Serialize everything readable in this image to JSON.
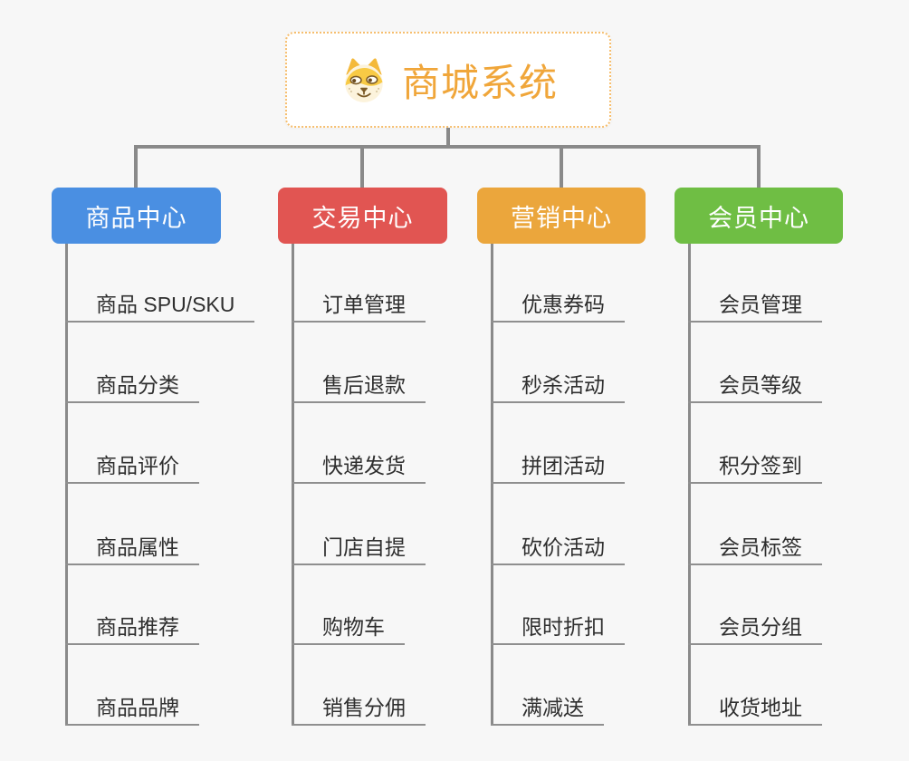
{
  "root": {
    "label": "商城系统",
    "icon": "dog-face-icon",
    "text_color": "#f0a63a",
    "border_color": "#f6be6e"
  },
  "branches": [
    {
      "id": "product-center",
      "label": "商品中心",
      "color": "#4a8fe2",
      "children": [
        "商品 SPU/SKU",
        "商品分类",
        "商品评价",
        "商品属性",
        "商品推荐",
        "商品品牌"
      ]
    },
    {
      "id": "trade-center",
      "label": "交易中心",
      "color": "#e15552",
      "children": [
        "订单管理",
        "售后退款",
        "快递发货",
        "门店自提",
        "购物车",
        "销售分佣"
      ]
    },
    {
      "id": "marketing-center",
      "label": "营销中心",
      "color": "#eba63c",
      "children": [
        "优惠券码",
        "秒杀活动",
        "拼团活动",
        "砍价活动",
        "限时折扣",
        "满减送"
      ]
    },
    {
      "id": "member-center",
      "label": "会员中心",
      "color": "#6fbe44",
      "children": [
        "会员管理",
        "会员等级",
        "积分签到",
        "会员标签",
        "会员分组",
        "收货地址"
      ]
    }
  ],
  "connector_color": "#8a8a8a",
  "leaf_underline_color": "#8f8f8f",
  "leaf_text_color": "#2f2f2f",
  "background_color": "#f7f7f7"
}
